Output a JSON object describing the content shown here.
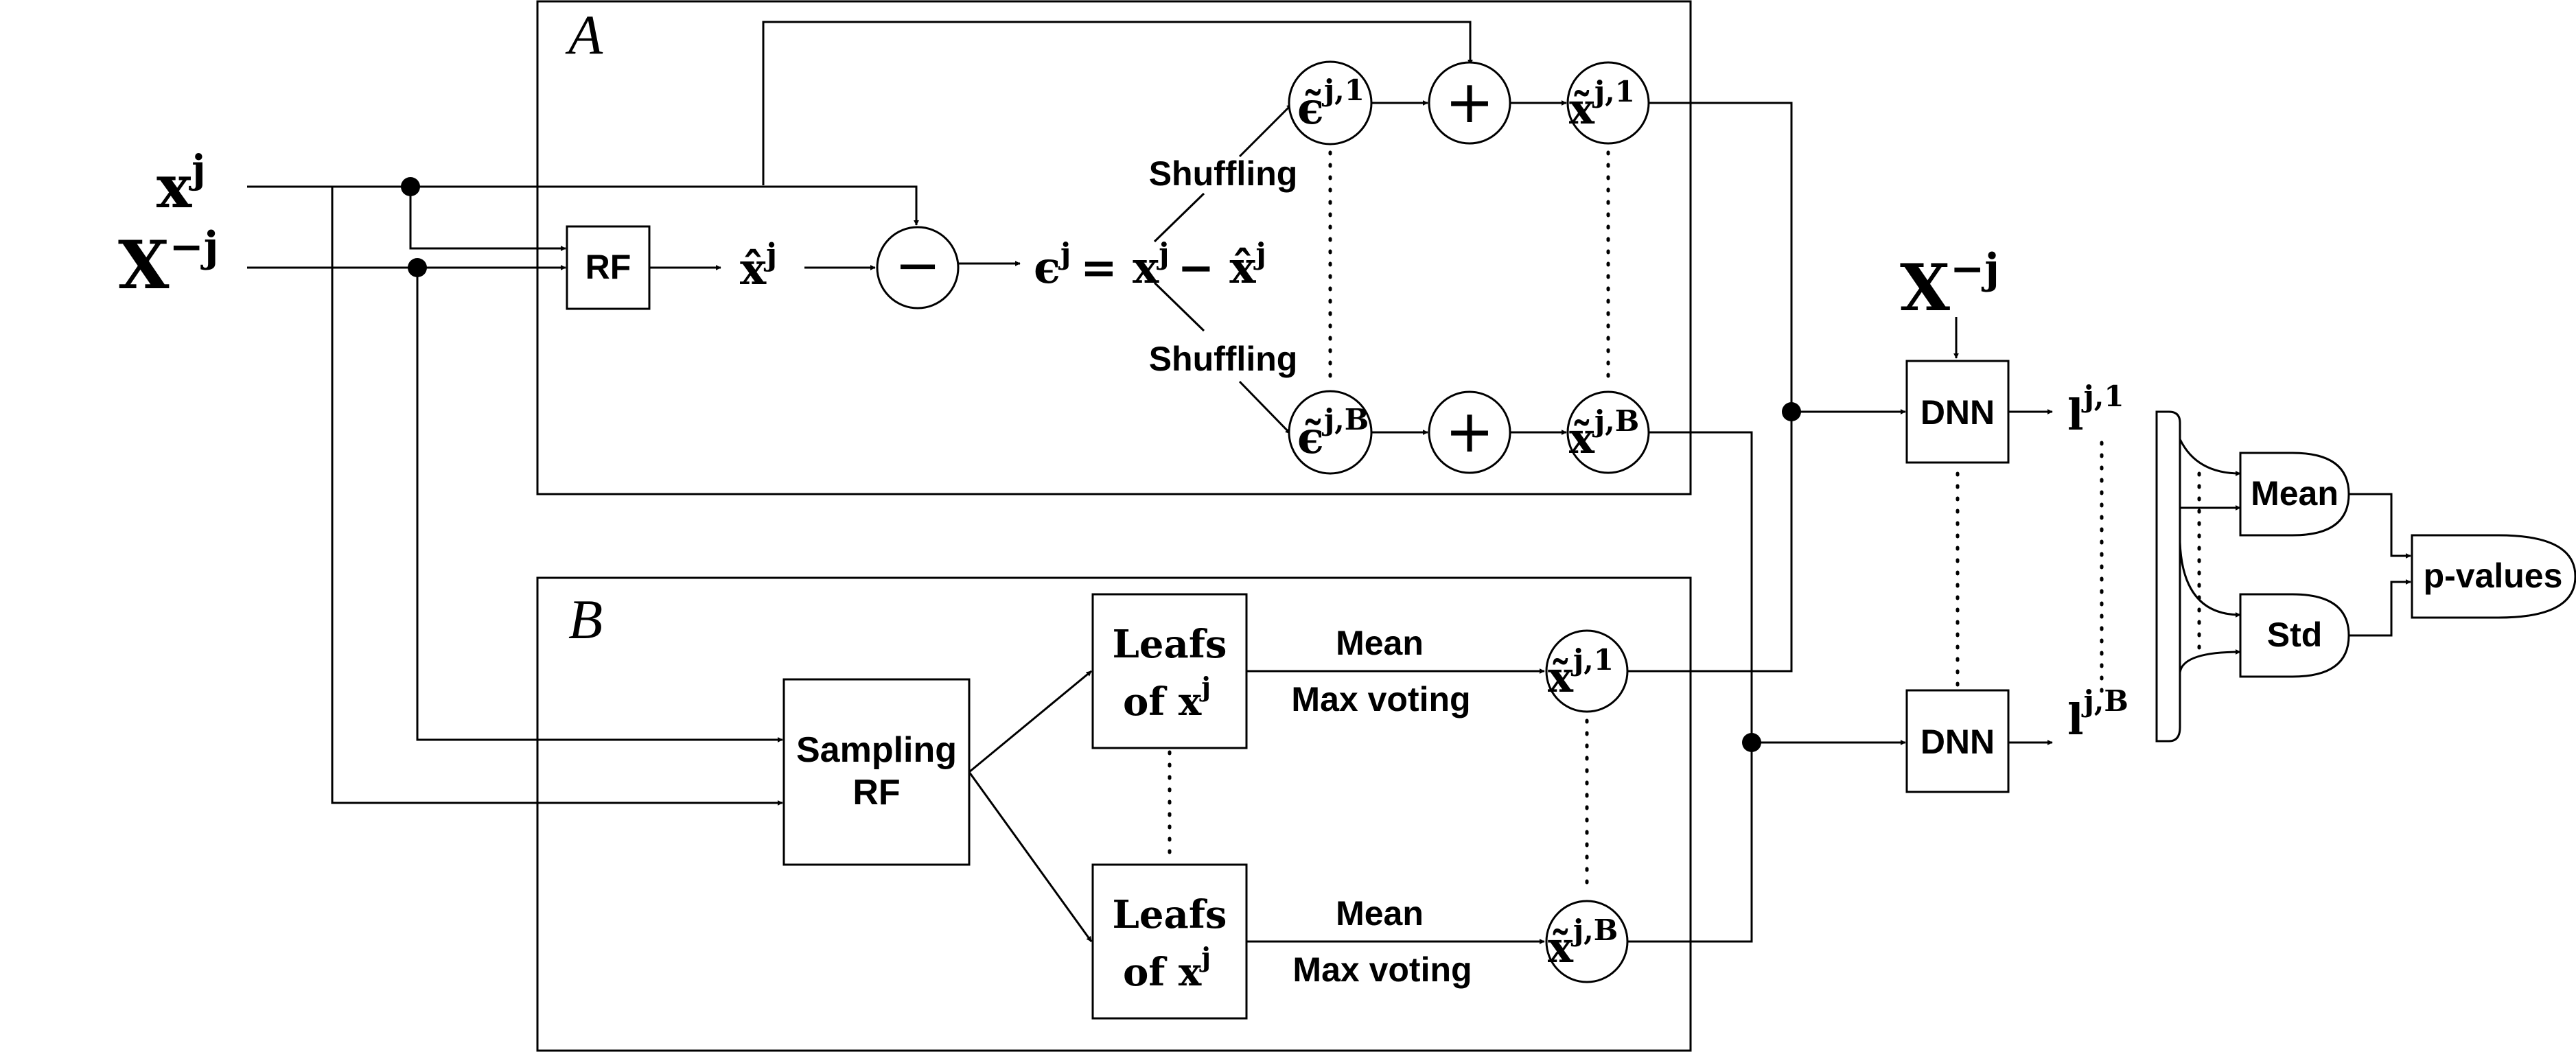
{
  "panels": {
    "a": "A",
    "b": "B"
  },
  "inputs": {
    "xj": "x",
    "xj_sup": "j",
    "xmj": "X",
    "xmj_sup": "−j",
    "xmj_dnn": "X",
    "xmj_dnn_sup": "−j"
  },
  "panel_a": {
    "rf": "RF",
    "xhat": "x̂",
    "xhat_sup": "j",
    "minus": "−",
    "residual": "ϵ",
    "residual_sup": "j",
    "residual_rhs": "= x",
    "residual_rhs_sup": "j",
    "residual_rhs2": "− x̂",
    "residual_rhs2_sup": "j",
    "shuffling_top": "Shuffling",
    "shuffling_bottom": "Shuffling",
    "eps1": "ϵ̃",
    "eps1_sup": "j,1",
    "epsB": "ϵ̃",
    "epsB_sup": "j,B",
    "plus": "+",
    "xt1": "x̃",
    "xt1_sup": "j,1",
    "xtB": "x̃",
    "xtB_sup": "j,B"
  },
  "panel_b": {
    "sampling_rf_line1": "Sampling",
    "sampling_rf_line2": "RF",
    "leafs_line1": "Leafs",
    "leafs_line2": "of x",
    "leafs_sup": "j",
    "mean": "Mean",
    "max_voting": "Max voting",
    "xt1": "x̃",
    "xt1_sup": "j,1",
    "xtB": "x̃",
    "xtB_sup": "j,B"
  },
  "right": {
    "dnn": "DNN",
    "l1": "l",
    "l1_sup": "j,1",
    "lB": "l",
    "lB_sup": "j,B",
    "mean": "Mean",
    "std": "Std",
    "pvalues": "p-values"
  }
}
